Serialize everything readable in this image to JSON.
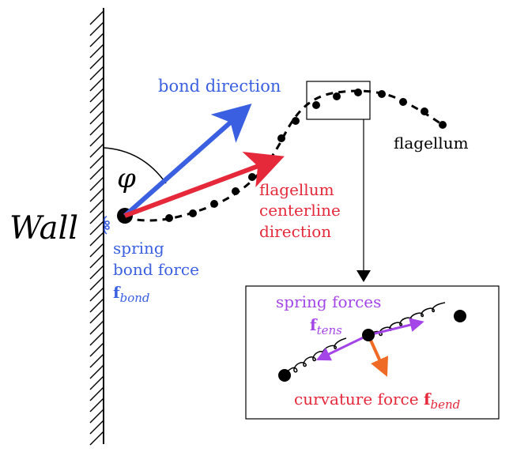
{
  "labels": {
    "wall": "Wall",
    "phi": "φ",
    "bond_direction": "bond direction",
    "flagellum": "flagellum",
    "centerline": [
      "flagellum",
      "centerline",
      "direction"
    ],
    "spring_bond": [
      "spring",
      "bond force"
    ],
    "f_bond": {
      "main": "f",
      "sub": "bond"
    },
    "spring_forces": "spring forces",
    "f_tens": {
      "main": "f",
      "sub": "tens"
    },
    "curvature": "curvature force ",
    "f_bend": {
      "main": "f",
      "sub": "bend"
    }
  },
  "colors": {
    "blue": "#3a5fe0",
    "red": "#e5293b",
    "purple": "#a445e8",
    "orange": "#ef6a24",
    "black": "#000000"
  }
}
